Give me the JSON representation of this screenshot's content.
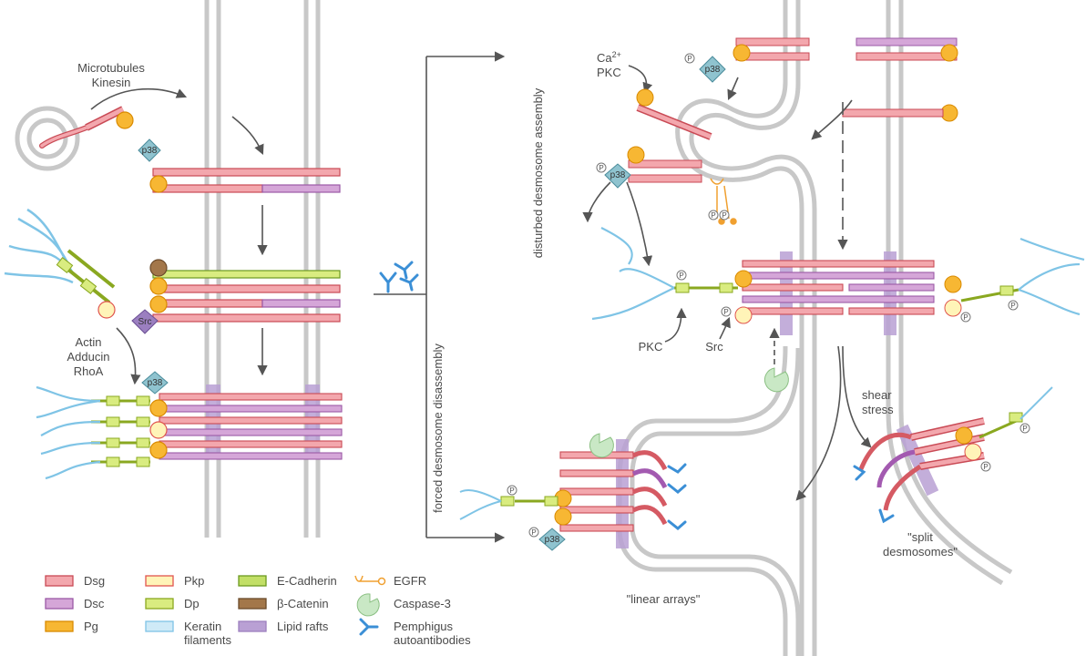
{
  "labels": {
    "microtubules": "Microtubules",
    "kinesin": "Kinesin",
    "actin": "Actin",
    "adducin": "Adducin",
    "rhoa": "RhoA",
    "ca": "Ca",
    "ca_sup": "2+",
    "pkc_top": "PKC",
    "pkc_mid": "PKC",
    "src_mid": "Src",
    "shear": "shear",
    "stress": "stress",
    "disturbed": "disturbed desmosome assembly",
    "forced": "forced desmosome disassembly",
    "linear_arrays": "\"linear arrays\"",
    "split1": "\"split",
    "split2": "desmosomes\""
  },
  "tags": {
    "p38": "p38",
    "src": "Src",
    "p": "P"
  },
  "legend": [
    {
      "text": "Dsg",
      "color": "#f3a7ad",
      "border": "#c94a55"
    },
    {
      "text": "Dsc",
      "color": "#d5a6d8",
      "border": "#9b59a6"
    },
    {
      "text": "Pg",
      "color": "#f7b733",
      "border": "#d98a00"
    },
    {
      "text": "Pkp",
      "color": "#fff4b8",
      "border": "#e0554f"
    },
    {
      "text": "Dp",
      "color": "#d9ec80",
      "border": "#8aa820"
    },
    {
      "text": "Keratin",
      "text2": "filaments",
      "color": "#cfeaf7",
      "border": "#7fc4e6"
    },
    {
      "text": "E-Cadherin",
      "color": "#c2df66",
      "border": "#6c9a20"
    },
    {
      "text": "β-Catenin",
      "color": "#a3774a",
      "border": "#6b4a2a"
    },
    {
      "text": "Lipid rafts",
      "color": "#b9a0d4",
      "border": "#9d80bf"
    },
    {
      "text": "EGFR",
      "color": "#f0a030"
    },
    {
      "text": "Caspase-3",
      "color": "#c9e8c5"
    },
    {
      "text": "Pemphigus",
      "text2": "autoantibodies",
      "color": "#3b8fd6"
    }
  ],
  "colors": {
    "dsg": "#f3a7ad",
    "dsg_border": "#c94a55",
    "dsc": "#d5a6d8",
    "pg": "#f7b733",
    "pkp": "#fff4b8",
    "dp": "#d9ec80",
    "keratin": "#7fc4e6",
    "membrane": "#c8c8c8",
    "raft": "#a48bc7",
    "antibody": "#3b8fd6",
    "p38": "#8fc3cf",
    "src": "#9b7fc0",
    "arrow": "#555555"
  }
}
